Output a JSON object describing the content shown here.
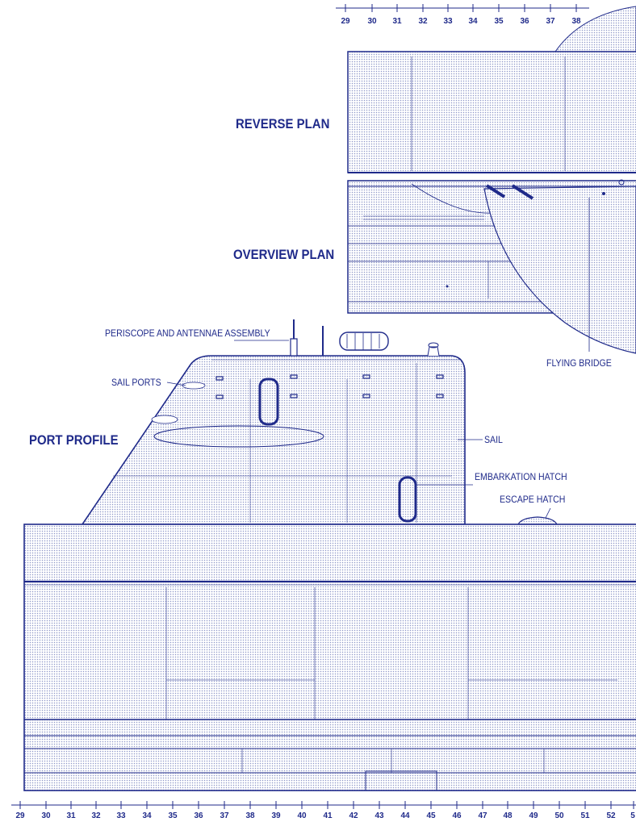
{
  "views": {
    "reverse_plan": "REVERSE PLAN",
    "overview_plan": "OVERVIEW PLAN",
    "port_profile": "PORT PROFILE"
  },
  "callouts": {
    "periscope": "PERISCOPE AND ANTENNAE ASSEMBLY",
    "sail_ports": "SAIL PORTS",
    "sail": "SAIL",
    "embarkation_hatch": "EMBARKATION HATCH",
    "escape_hatch": "ESCAPE HATCH",
    "flying_bridge": "FLYING BRIDGE"
  },
  "scales": {
    "top": [
      "29",
      "30",
      "31",
      "32",
      "33",
      "34",
      "35",
      "36",
      "37",
      "38"
    ],
    "bottom": [
      "29",
      "30",
      "31",
      "32",
      "33",
      "34",
      "35",
      "36",
      "37",
      "38",
      "39",
      "40",
      "41",
      "42",
      "43",
      "44",
      "45",
      "46",
      "47",
      "48",
      "49",
      "50",
      "51",
      "52",
      "5"
    ]
  },
  "colors": {
    "ink": "#1f2a8a",
    "dots": "#8e97c8"
  }
}
